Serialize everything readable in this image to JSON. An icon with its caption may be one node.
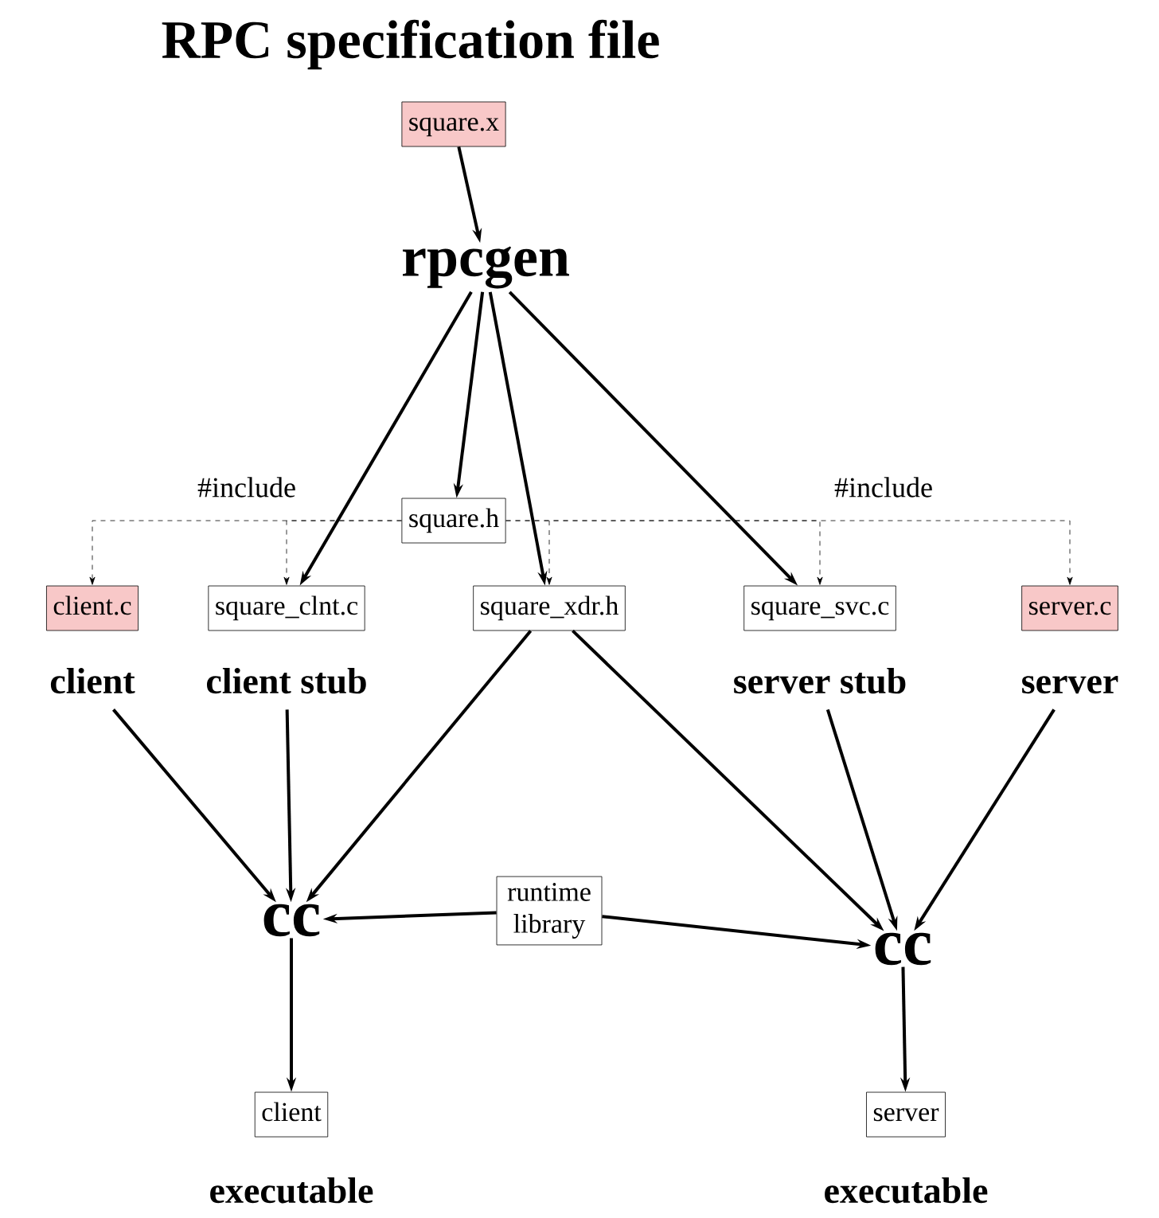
{
  "diagram": {
    "title": "RPC specification file",
    "nodes": [
      {
        "text": [
          "square.x"
        ]
      },
      {
        "text": [
          "rpcgen"
        ]
      },
      {
        "text": [
          "square.h"
        ]
      },
      {
        "text": [
          "client.c"
        ],
        "beside": [
          "client"
        ]
      },
      {
        "text": [
          "square_clnt.c"
        ],
        "beside": [
          "client stub"
        ]
      },
      {
        "text": [
          "square_xdr.h"
        ]
      },
      {
        "text": [
          "square_svc.c"
        ],
        "beside": [
          "server stub"
        ]
      },
      {
        "text": [
          "server.c"
        ],
        "beside": [
          "server"
        ]
      },
      {
        "text": [
          "cc"
        ]
      },
      {
        "text": [
          "runtime library"
        ]
      },
      {
        "text": [
          "cc"
        ]
      },
      {
        "text": [
          "client"
        ],
        "beside": [
          "executable"
        ]
      },
      {
        "text": [
          "server"
        ],
        "beside": [
          "executable"
        ]
      }
    ],
    "edges": [
      {
        "from": 0,
        "to": 1,
        "arrow": "to"
      },
      {
        "from": 1,
        "to": 4,
        "arrow": "to"
      },
      {
        "from": 1,
        "to": 2,
        "arrow": "to"
      },
      {
        "from": 1,
        "to": 5,
        "arrow": "to"
      },
      {
        "from": 1,
        "to": 6,
        "arrow": "to"
      },
      {
        "from": 2,
        "to": 3,
        "arrow": "to",
        "style": "dashed",
        "label": "#include"
      },
      {
        "from": 2,
        "to": 4,
        "arrow": "to",
        "style": "dashed"
      },
      {
        "from": 2,
        "to": 5,
        "arrow": "to",
        "style": "dashed"
      },
      {
        "from": 2,
        "to": 6,
        "arrow": "to",
        "style": "dashed"
      },
      {
        "from": 2,
        "to": 7,
        "arrow": "to",
        "style": "dashed",
        "label": "#include"
      },
      {
        "from": 3,
        "to": 8,
        "arrow": "to"
      },
      {
        "from": 4,
        "to": 8,
        "arrow": "to"
      },
      {
        "from": 5,
        "to": 8,
        "arrow": "to"
      },
      {
        "from": 9,
        "to": 8,
        "arrow": "to"
      },
      {
        "from": 5,
        "to": 10,
        "arrow": "to"
      },
      {
        "from": 9,
        "to": 10,
        "arrow": "to"
      },
      {
        "from": 6,
        "to": 10,
        "arrow": "to"
      },
      {
        "from": 7,
        "to": 10,
        "arrow": "to"
      },
      {
        "from": 8,
        "to": 11,
        "arrow": "to"
      },
      {
        "from": 10,
        "to": 12,
        "arrow": "to"
      }
    ]
  }
}
